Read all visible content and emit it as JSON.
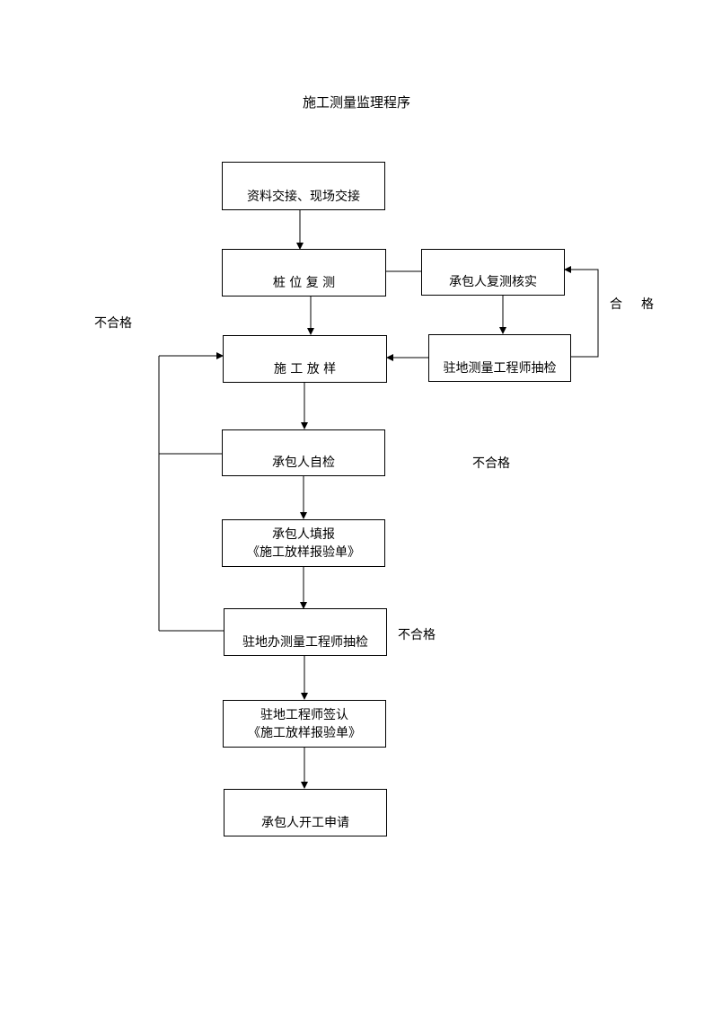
{
  "title": "施工测量监理程序",
  "boxes": {
    "handover": "资料交接、现场交接",
    "stake_recheck": "桩 位 复 测",
    "contractor_recheck": "承包人复测核实",
    "construction_layout": "施 工 放 样",
    "resident_spot_check": "驻地测量工程师抽检",
    "contractor_self_check": "承包人自检",
    "contractor_report_line1": "承包人填报",
    "contractor_report_line2": "《施工放样报验单》",
    "office_spot_check": "驻地办测量工程师抽检",
    "engineer_sign_line1": "驻地工程师签认",
    "engineer_sign_line2": "《施工放样报验单》",
    "start_application": "承包人开工申请"
  },
  "labels": {
    "pass_right": "合格",
    "fail_left": "不合格",
    "fail_middle": "不合格",
    "fail_lower": "不合格"
  }
}
